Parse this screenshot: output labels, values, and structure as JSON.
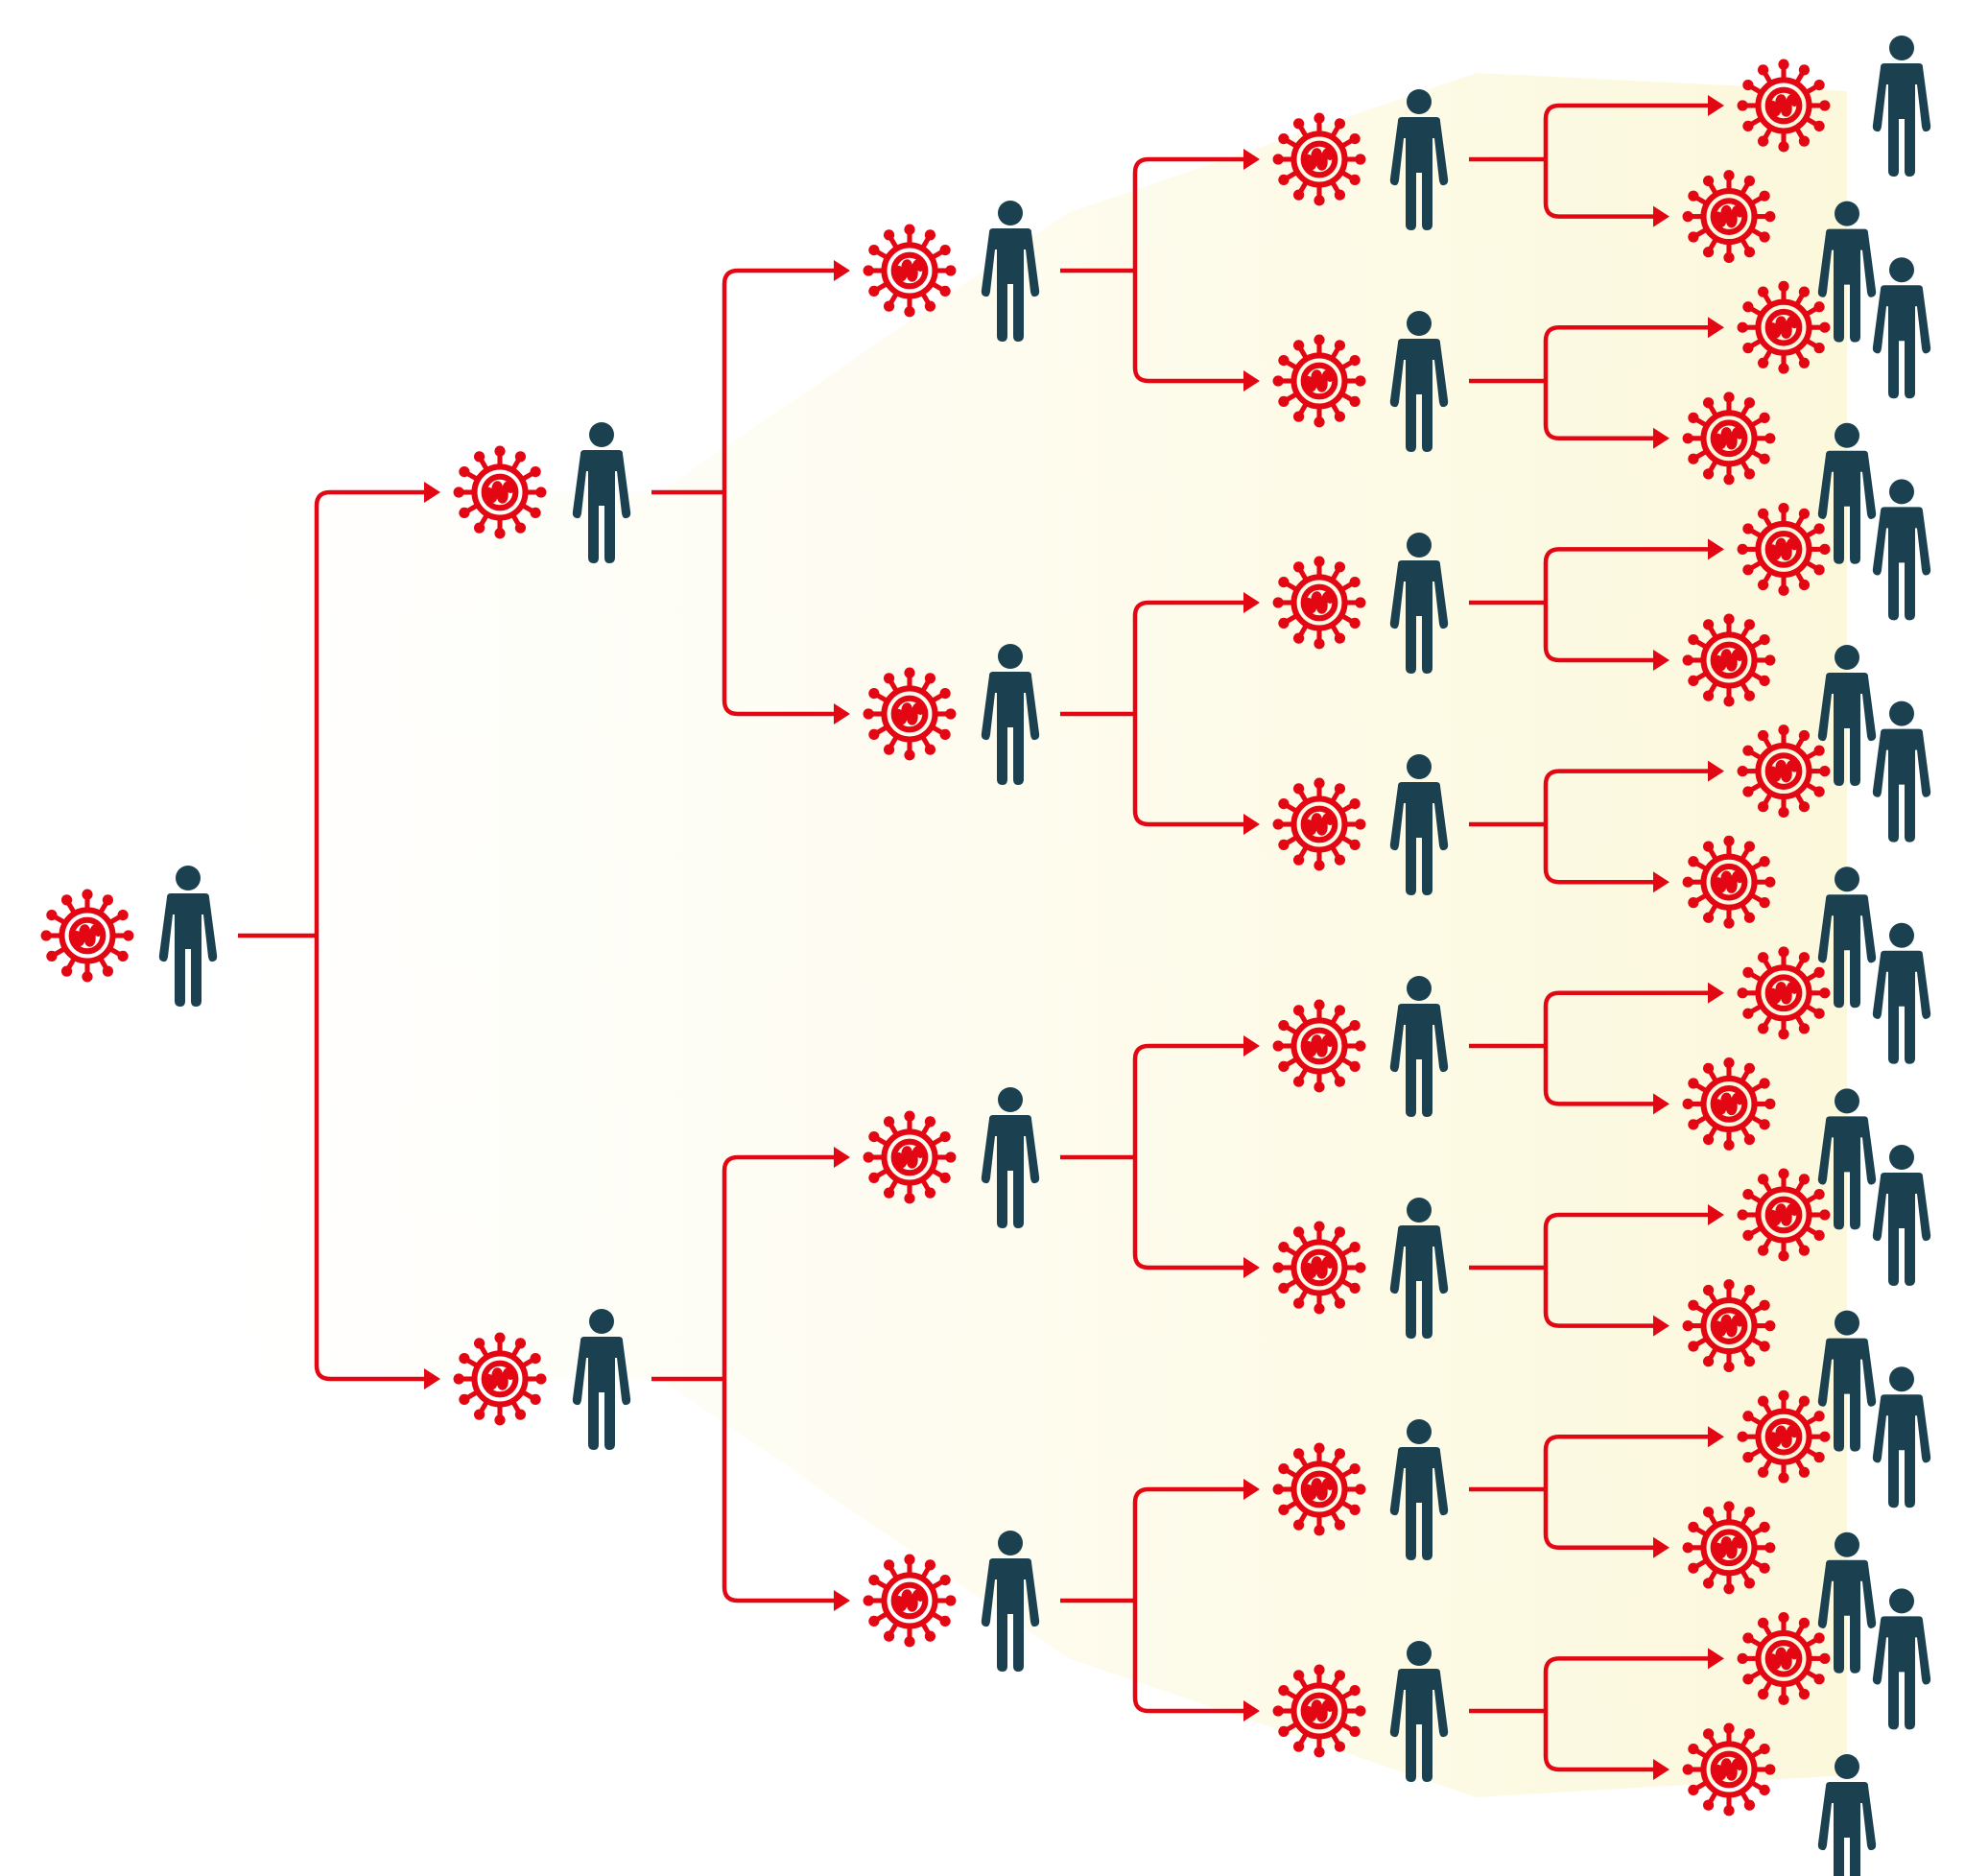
{
  "colors": {
    "virus": "#e30613",
    "person": "#1b4150",
    "connector": "#e30613",
    "background_fade_start": "#ffffff",
    "background_fade_end": "#fcf8dc"
  },
  "icons": {
    "virus": "virus-icon",
    "person": "person-icon"
  },
  "tree": {
    "generations": 5,
    "branching_factor": 2,
    "nodes_per_generation": [
      1,
      2,
      4,
      8,
      16
    ]
  }
}
